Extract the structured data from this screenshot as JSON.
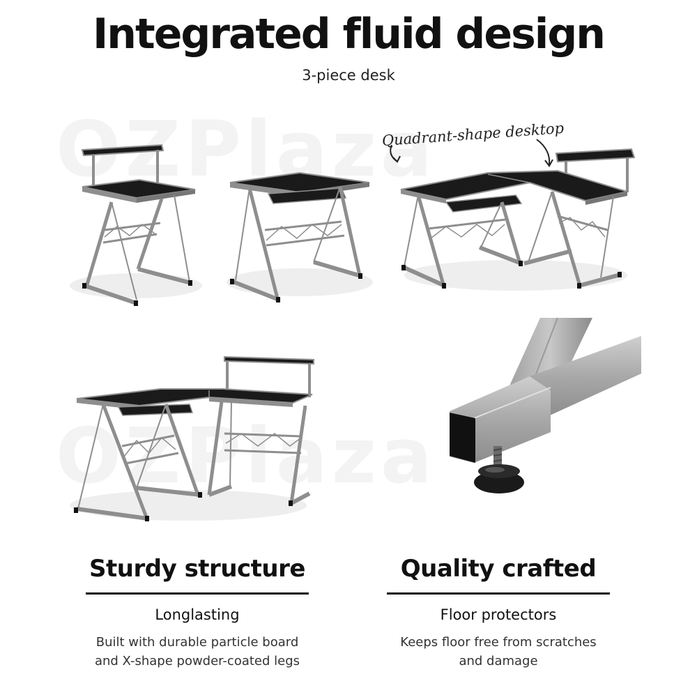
{
  "header": {
    "title": "Integrated fluid design",
    "subtitle": "3-piece desk"
  },
  "annotation": {
    "text": "Quadrant-shape desktop"
  },
  "watermark": {
    "text": "OZPlaza"
  },
  "features": [
    {
      "heading": "Sturdy structure",
      "subheading": "Longlasting",
      "body_line1": "Built with durable particle board",
      "body_line2": "and X-shape powder-coated legs"
    },
    {
      "heading": "Quality crafted",
      "subheading": "Floor protectors",
      "body_line1": "Keeps floor free from scratches",
      "body_line2": "and damage"
    }
  ],
  "colors": {
    "desktop": "#1a1a1a",
    "frame": "#8e8e8e",
    "text": "#111111"
  },
  "icons": [
    "arrow-icon"
  ]
}
